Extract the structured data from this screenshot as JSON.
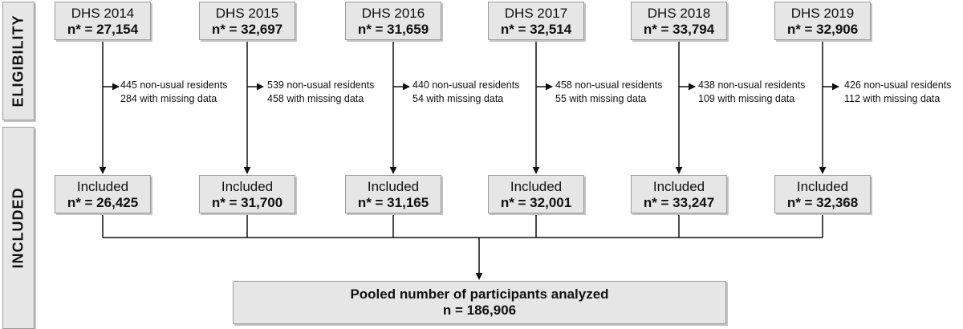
{
  "side_labels": {
    "eligibility": "ELIGIBILITY",
    "included": "INCLUDED"
  },
  "surveys": [
    {
      "name": "DHS 2014",
      "eligible_n": "n* = 27,154",
      "exclusion_1": "445 non-usual residents",
      "exclusion_2": "284 with missing data",
      "included_label": "Included",
      "included_n": "n* = 26,425"
    },
    {
      "name": "DHS 2015",
      "eligible_n": "n* = 32,697",
      "exclusion_1": "539 non-usual residents",
      "exclusion_2": "458 with missing data",
      "included_label": "Included",
      "included_n": "n* = 31,700"
    },
    {
      "name": "DHS 2016",
      "eligible_n": "n* = 31,659",
      "exclusion_1": "440 non-usual residents",
      "exclusion_2": "54 with missing data",
      "included_label": "Included",
      "included_n": "n* = 31,165"
    },
    {
      "name": "DHS 2017",
      "eligible_n": "n* = 32,514",
      "exclusion_1": "458 non-usual residents",
      "exclusion_2": "55 with missing data",
      "included_label": "Included",
      "included_n": "n* = 32,001"
    },
    {
      "name": "DHS 2018",
      "eligible_n": "n* = 33,794",
      "exclusion_1": "438 non-usual residents",
      "exclusion_2": "109 with missing data",
      "included_label": "Included",
      "included_n": "n* = 33,247"
    },
    {
      "name": "DHS 2019",
      "eligible_n": "n* = 32,906",
      "exclusion_1": "426 non-usual residents",
      "exclusion_2": "112 with missing data",
      "included_label": "Included",
      "included_n": "n* = 32,368"
    }
  ],
  "pooled": {
    "title": "Pooled number of participants analyzed",
    "n": "n = 186,906"
  }
}
